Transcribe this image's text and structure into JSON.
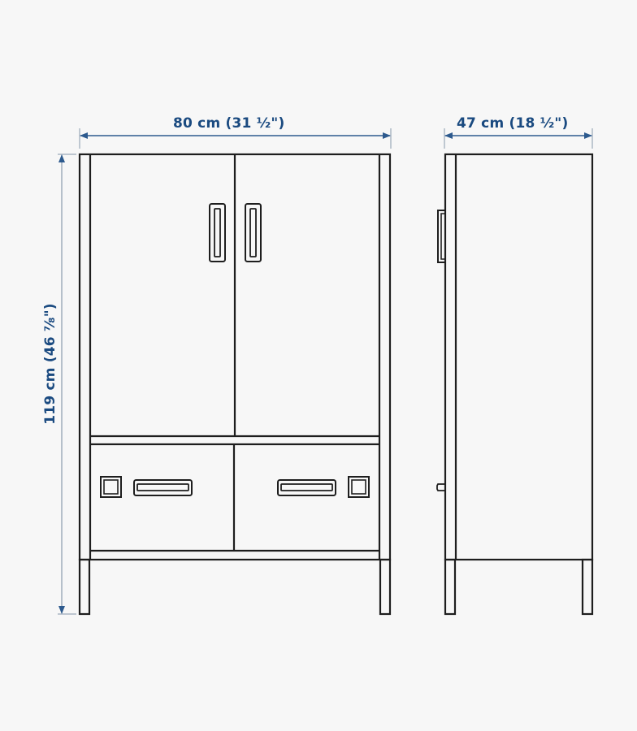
{
  "diagram": {
    "type": "product-dimension-drawing",
    "subject": "cabinet with 2 doors and 2 drawers on legs",
    "views": [
      "front",
      "side"
    ],
    "colors": {
      "background": "#f7f7f7",
      "outline": "#1e1e1e",
      "dimension_text": "#1a4a80",
      "dimension_line": "#2d5a8e",
      "extension_line": "#9aa8b8"
    }
  },
  "dimensions": {
    "width": {
      "label": "80 cm (31 ½\")",
      "value_cm": 80,
      "value_in": "31 ½"
    },
    "depth": {
      "label": "47 cm (18 ½\")",
      "value_cm": 47,
      "value_in": "18 ½"
    },
    "height": {
      "label": "119 cm (46 ⅞\")",
      "value_cm": 119,
      "value_in": "46 ⅞"
    }
  },
  "front_view": {
    "doors": [
      {
        "name": "left-door",
        "handle": "vertical-bar"
      },
      {
        "name": "right-door",
        "handle": "vertical-bar"
      }
    ],
    "drawers": [
      {
        "name": "left-drawer",
        "handle": "horizontal-bar",
        "label_holder": "left"
      },
      {
        "name": "right-drawer",
        "handle": "horizontal-bar",
        "label_holder": "right"
      }
    ],
    "legs": 2
  },
  "side_view": {
    "door_handle": "vertical-bar",
    "drawer_knob": "small-tab",
    "legs": 2
  }
}
